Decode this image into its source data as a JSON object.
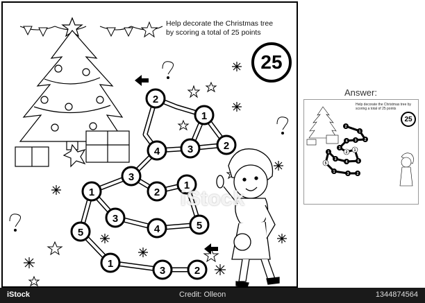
{
  "puzzle": {
    "instructions_line1": "Help decorate the Christmas tree",
    "instructions_line2": "by scoring a total of 25 points",
    "target": "25",
    "nodes": [
      {
        "value": "2"
      },
      {
        "value": "1"
      },
      {
        "value": "2"
      },
      {
        "value": "3"
      },
      {
        "value": "4"
      },
      {
        "value": "3"
      },
      {
        "value": "2"
      },
      {
        "value": "1"
      },
      {
        "value": "1"
      },
      {
        "value": "3"
      },
      {
        "value": "4"
      },
      {
        "value": "5"
      },
      {
        "value": "5"
      },
      {
        "value": "1"
      },
      {
        "value": "3"
      },
      {
        "value": "2"
      }
    ]
  },
  "answer": {
    "label": "Answer:",
    "instructions": "Help decorate the Christmas tree by scoring a total of 25 points",
    "target": "25",
    "path_color": "#000000"
  },
  "watermark": "iStock",
  "footer": {
    "brand": "iStock",
    "credit": "Credit: Olleon",
    "image_id": "1344874564"
  }
}
